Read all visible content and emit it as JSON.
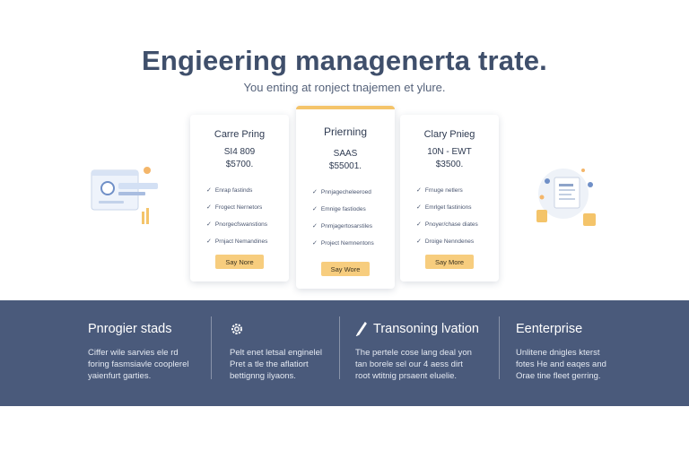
{
  "hero": {
    "title": "Engieering managenerta trate.",
    "subtitle": "You enting at ronject tnajemen et ylure."
  },
  "pricing": {
    "cards": [
      {
        "title": "Carre Pring",
        "price": "SI4 809",
        "sub": "$5700.",
        "features": [
          "Enrap fastinds",
          "Frogect Nernetors",
          "Pnorgecfswanstions",
          "Prnjact Nemandines"
        ],
        "button": "Say Nore"
      },
      {
        "title": "Prierning",
        "price": "SAAS",
        "sub": "$55001.",
        "features": [
          "Pnnjagecheleeroed",
          "Emnige fastiodes",
          "Pnmjagertosarstiles",
          "Project Nemnentons"
        ],
        "button": "Say Wore"
      },
      {
        "title": "Clary Pnieg",
        "price": "10N - EWT",
        "sub": "$3500.",
        "features": [
          "Frnuge netlers",
          "Emrlget fastinions",
          "Pnoyer/chase diates",
          "Droige Nenndenes"
        ],
        "button": "Say More"
      }
    ]
  },
  "band": {
    "columns": [
      {
        "title": "Pnrogier stads",
        "icon": "none",
        "lines": [
          "Ciffer wile sarvies ele rd",
          "foring fasmsiavle cooplerel",
          "yaienfurt garties."
        ]
      },
      {
        "title": "",
        "icon": "gear-icon",
        "lines": [
          "Pelt enet letsal enginelel",
          "Pret a tle the aflatiort",
          "bettignng ilyaons."
        ]
      },
      {
        "title": "Transoning lvation",
        "icon": "pen-icon",
        "lines": [
          "The pertele cose lang deal yon",
          "tan borele sel our 4 aess dirt",
          "root wtitnig prsaent eluelie."
        ]
      },
      {
        "title": "Eenterprise",
        "icon": "none",
        "lines": [
          "Unlitene dnigles kterst",
          "fotes He and eaqes and",
          "Orae tine fleet gerring."
        ]
      }
    ]
  },
  "colors": {
    "accent": "#f4c46a",
    "button": "#f7cd7e",
    "band": "#4a5a7b",
    "title": "#3f4f6b"
  }
}
